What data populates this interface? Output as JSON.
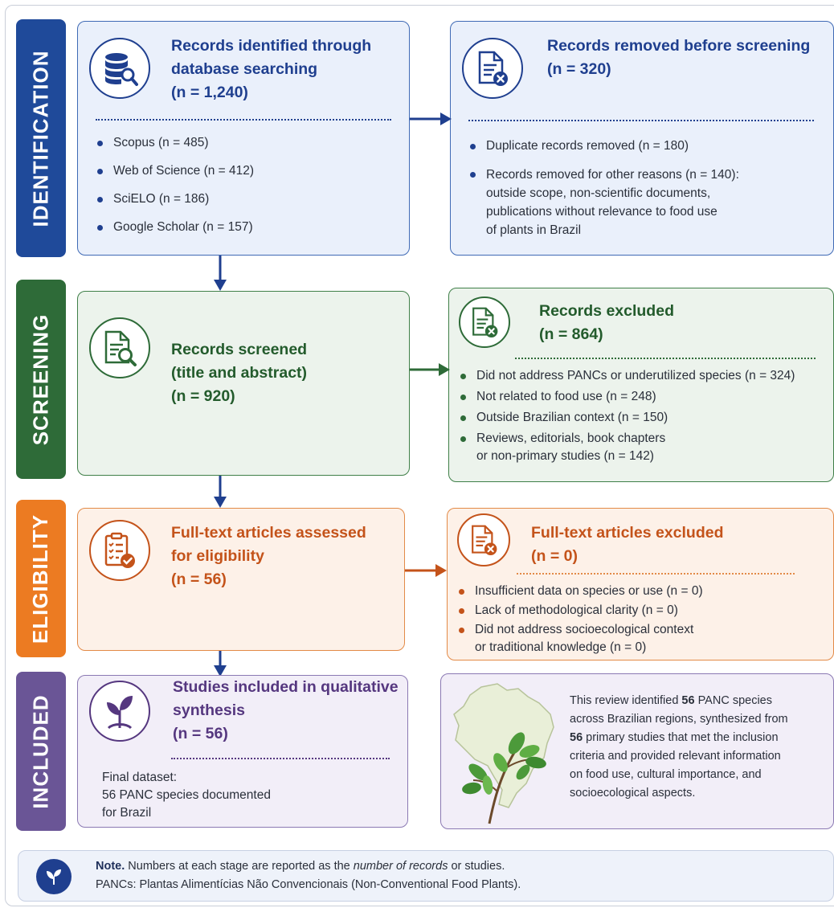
{
  "colors": {
    "identification": "#1f4a9a",
    "screening": "#2e6b38",
    "eligibility": "#ec7b22",
    "included": "#6a5596",
    "identification_text": "#1f3f8f",
    "screening_text": "#235b2c",
    "eligibility_text": "#c4531a",
    "included_text": "#55377f"
  },
  "stages": {
    "identification": "IDENTIFICATION",
    "screening": "SCREENING",
    "eligibility": "ELIGIBILITY",
    "included": "INCLUDED"
  },
  "identification": {
    "left": {
      "icon": "database-search-icon",
      "title_lines": [
        "Records identified through",
        "database searching",
        "(n = 1,240)"
      ],
      "items": [
        "Scopus (n = 485)",
        "Web of Science (n = 412)",
        "SciELO (n = 186)",
        "Google Scholar (n = 157)"
      ]
    },
    "right": {
      "icon": "document-remove-icon",
      "title_lines": [
        "Records removed before screening",
        "(n = 320)"
      ],
      "items": [
        "Duplicate records removed (n = 180)",
        "Records removed for other reasons (n = 140):\noutside scope, non-scientific documents,\npublications without relevance to food use\nof plants in Brazil"
      ]
    }
  },
  "screening": {
    "left": {
      "icon": "document-search-icon",
      "title_lines": [
        "Records screened",
        "(title and abstract)",
        "(n = 920)"
      ]
    },
    "right": {
      "icon": "document-remove-icon",
      "title_lines": [
        "Records excluded",
        "(n = 864)"
      ],
      "items": [
        "Did not address PANCs or underutilized species (n = 324)",
        "Not related to food use (n = 248)",
        "Outside Brazilian context (n = 150)",
        "Reviews, editorials, book chapters\nor non-primary studies (n = 142)"
      ]
    }
  },
  "eligibility": {
    "left": {
      "icon": "checklist-icon",
      "title_lines": [
        "Full-text articles assessed",
        "for eligibility",
        "(n = 56)"
      ]
    },
    "right": {
      "icon": "document-remove-icon",
      "title_lines": [
        "Full-text articles excluded",
        "(n = 0)"
      ],
      "items": [
        "Insufficient data on species or use (n = 0)",
        "Lack of methodological clarity (n = 0)",
        "Did not address socioecological context\nor traditional knowledge (n = 0)"
      ]
    }
  },
  "included": {
    "left": {
      "icon": "sprout-icon",
      "title_lines": [
        "Studies included in qualitative",
        "synthesis",
        "(n = 56)"
      ],
      "final_lines": [
        "Final dataset:",
        "56 PANC species documented",
        "for Brazil"
      ]
    },
    "right": {
      "icon": "brazil-map-icon",
      "summary_lines": [
        [
          "This review identified ",
          "56",
          " PANC species"
        ],
        [
          "across Brazilian regions, synthesized from"
        ],
        [
          "",
          "56",
          " primary studies that met the inclusion"
        ],
        [
          "criteria and provided relevant information"
        ],
        [
          "on food use, cultural importance, and"
        ],
        [
          "socioecological aspects."
        ]
      ]
    }
  },
  "note": {
    "icon": "leaf-icon",
    "label": "Note.",
    "line1_pre": " Numbers at each stage are reported as the ",
    "line1_em": "number of records",
    "line1_post": " or studies.",
    "line2": "PANCs: Plantas Alimentícias Não Convencionais (Non-Conventional Food Plants)."
  }
}
